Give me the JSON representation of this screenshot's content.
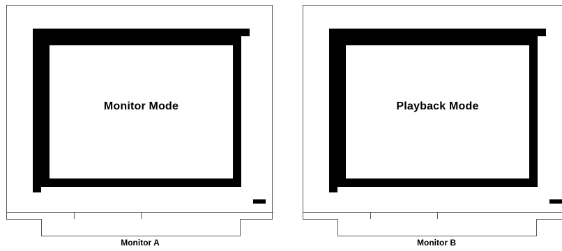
{
  "monitors": [
    {
      "screen_text": "Monitor Mode",
      "caption": "Monitor A"
    },
    {
      "screen_text": "Playback Mode",
      "caption": "Monitor B"
    }
  ],
  "colors": {
    "frame": "#000000",
    "outline": "#555555",
    "background": "#ffffff"
  }
}
